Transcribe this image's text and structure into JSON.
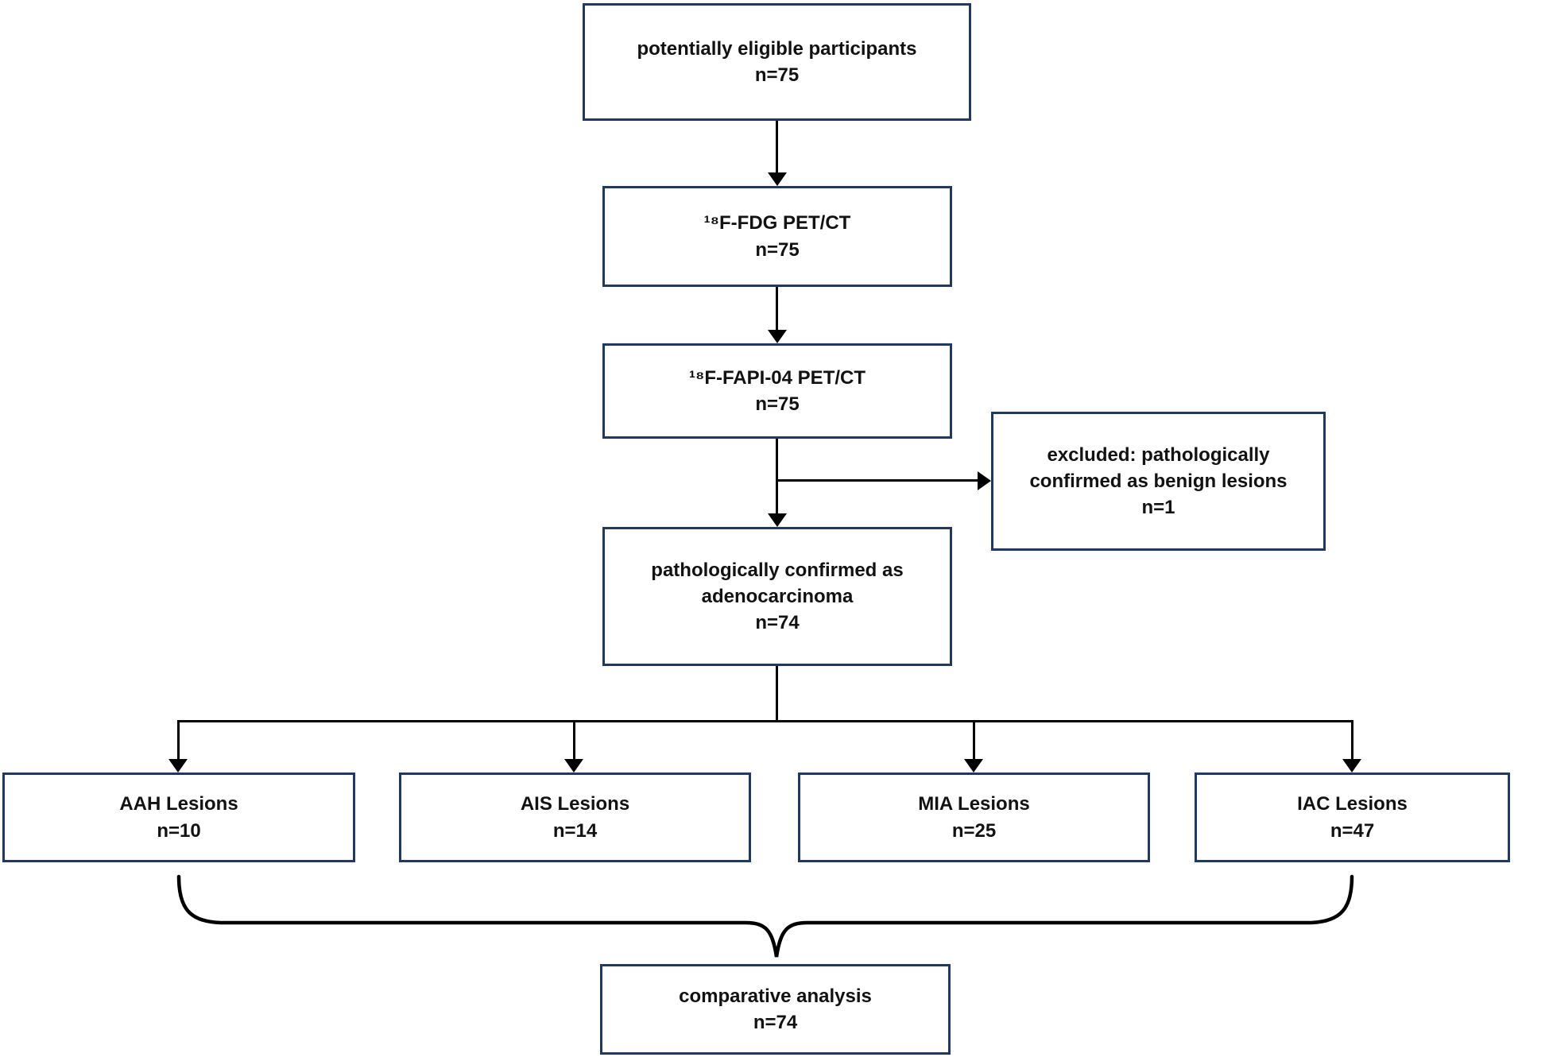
{
  "diagram": {
    "type": "flowchart",
    "nodes": {
      "eligible": {
        "label": "potentially eligible participants",
        "count": "n=75"
      },
      "fdg": {
        "label": "¹⁸F-FDG PET/CT",
        "count": "n=75"
      },
      "fapi": {
        "label": "¹⁸F-FAPI-04 PET/CT",
        "count": "n=75"
      },
      "excluded": {
        "label": "excluded: pathologically confirmed as benign lesions",
        "count": "n=1"
      },
      "adeno": {
        "label": "pathologically confirmed as adenocarcinoma",
        "count": "n=74"
      },
      "aah": {
        "label": "AAH Lesions",
        "count": "n=10"
      },
      "ais": {
        "label": "AIS Lesions",
        "count": "n=14"
      },
      "mia": {
        "label": "MIA Lesions",
        "count": "n=25"
      },
      "iac": {
        "label": "IAC Lesions",
        "count": "n=47"
      },
      "comparative": {
        "label": "comparative analysis",
        "count": "n=74"
      }
    },
    "colors": {
      "box_border": "#1f3864",
      "connector": "#000000",
      "text": "#121212",
      "background": "#ffffff"
    }
  }
}
